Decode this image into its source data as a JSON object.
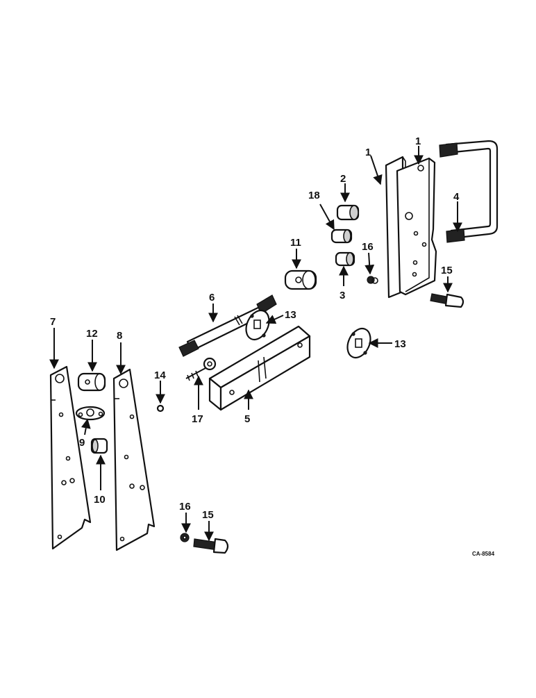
{
  "diagram_code": "CA-8584",
  "callouts": {
    "p1a": "1",
    "p1b": "1",
    "p2": "2",
    "p18": "18",
    "p4": "4",
    "p11": "11",
    "p16a": "16",
    "p3": "3",
    "p15a": "15",
    "p6": "6",
    "p13a": "13",
    "p13b": "13",
    "p7": "7",
    "p12": "12",
    "p8": "8",
    "p14": "14",
    "p9": "9",
    "p10": "10",
    "p17": "17",
    "p5": "5",
    "p16b": "16",
    "p15b": "15"
  }
}
